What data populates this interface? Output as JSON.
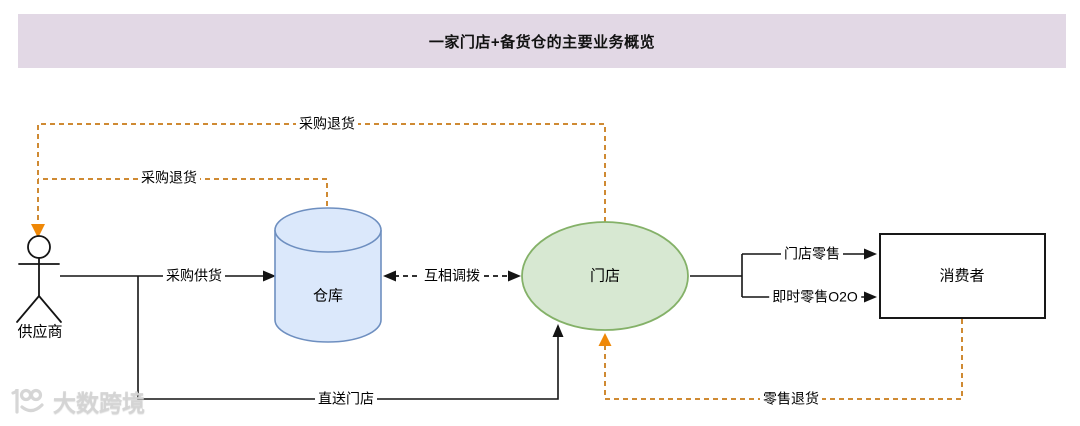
{
  "title": "一家门店+备货仓的主要业务概览",
  "nodes": {
    "supplier": {
      "label": "供应商",
      "shape": "stick-figure-actor"
    },
    "warehouse": {
      "label": "仓库",
      "shape": "cylinder",
      "fill": "#dbe8fb",
      "stroke": "#6e8fc0"
    },
    "store": {
      "label": "门店",
      "shape": "ellipse",
      "fill": "#d7e8d2",
      "stroke": "#84b168"
    },
    "consumer": {
      "label": "消费者",
      "shape": "rectangle",
      "fill": "#ffffff",
      "stroke": "#181818"
    }
  },
  "edges": {
    "purchase_return_store": {
      "label": "采购退货",
      "from": "store",
      "to": "supplier",
      "style": "orange-dashed-arrow"
    },
    "purchase_return_warehouse": {
      "label": "采购退货",
      "from": "warehouse",
      "to": "supplier",
      "style": "orange-dashed-arrow"
    },
    "purchase_supply": {
      "label": "采购供货",
      "from": "supplier",
      "to": "warehouse",
      "style": "black-solid-arrow"
    },
    "mutual_transfer": {
      "label": "互相调拨",
      "from": "warehouse",
      "to": "store",
      "style": "black-dashed-double-arrow"
    },
    "store_retail": {
      "label": "门店零售",
      "from": "store",
      "to": "consumer",
      "style": "black-solid-arrow"
    },
    "instant_retail_o2o": {
      "label": "即时零售O2O",
      "from": "store",
      "to": "consumer",
      "style": "black-solid-arrow"
    },
    "direct_to_store": {
      "label": "直送门店",
      "from": "supplier",
      "to": "store",
      "style": "black-solid-arrow"
    },
    "retail_return": {
      "label": "零售退货",
      "from": "consumer",
      "to": "store",
      "style": "orange-dashed-arrow"
    }
  },
  "watermark": {
    "text": "大数跨境"
  },
  "colors": {
    "title_bg": "#e2d8e5",
    "orange_dash": "#cf8a33",
    "orange_arrow": "#ef8807",
    "line_black": "#141414",
    "warehouse_fill": "#dbe8fb",
    "warehouse_stroke": "#6e8fc0",
    "store_fill": "#d7e8d2",
    "store_stroke": "#84b168"
  }
}
